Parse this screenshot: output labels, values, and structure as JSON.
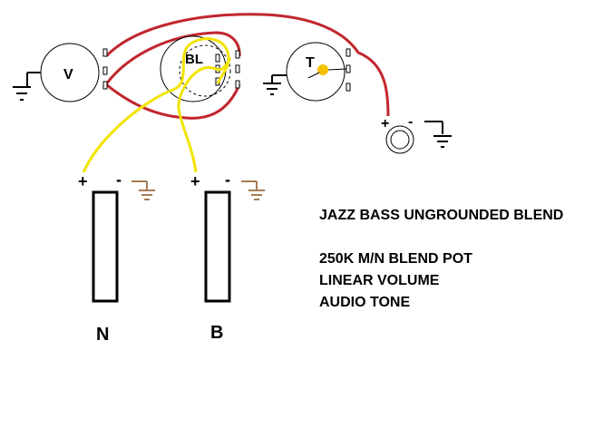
{
  "components": {
    "volume_pot": {
      "label": "V"
    },
    "blend_pot": {
      "label": "BL"
    },
    "tone_pot": {
      "label": "T"
    },
    "neck_pickup": {
      "label": "N",
      "plus": "+",
      "minus": "-"
    },
    "bridge_pickup": {
      "label": "B",
      "plus": "+",
      "minus": "-"
    },
    "output_jack": {
      "plus": "+",
      "minus": "-"
    }
  },
  "notes": {
    "title": "JAZZ BASS UNGROUNDED BLEND",
    "line1": "250K M/N BLEND POT",
    "line2": "LINEAR VOLUME",
    "line3": "AUDIO TONE"
  },
  "colors": {
    "hot_wire": "#c1272d",
    "signal_wire": "#f2e400",
    "ground_symbol": "#a67c52",
    "tone_cap": "#f5c000",
    "line": "#000000"
  },
  "icons": [
    "ground-symbol-icon",
    "output-jack-icon",
    "potentiometer-icon",
    "pickup-icon"
  ]
}
